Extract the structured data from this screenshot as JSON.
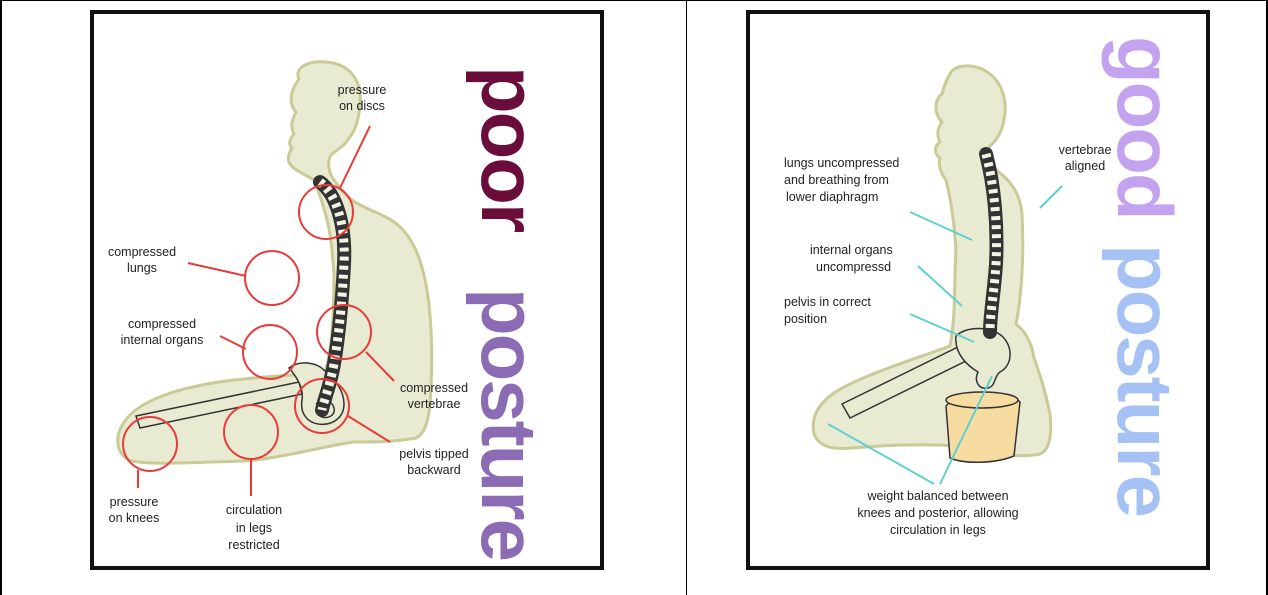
{
  "poor_panel": {
    "title_word1": "poor",
    "title_word2": "posture",
    "colors": {
      "circle": "#ea3a3a",
      "body_fill": "#e9ead2",
      "body_stroke": "#c9cb97",
      "title_dark": "#6a0d3a",
      "title_mid": "#8a6bb4",
      "title_light": "#98c0ec"
    },
    "labels": {
      "pressure_discs_l1": "pressure",
      "pressure_discs_l2": "on discs",
      "compressed_lungs_l1": "compressed",
      "compressed_lungs_l2": "lungs",
      "compressed_organs_l1": "compressed",
      "compressed_organs_l2": "internal organs",
      "compressed_vertebrae_l1": "compressed",
      "compressed_vertebrae_l2": "vertebrae",
      "pelvis_l1": "pelvis tipped",
      "pelvis_l2": "backward",
      "knees_l1": "pressure",
      "knees_l2": "on knees",
      "circulation_l1": "circulation",
      "circulation_l2": "in legs",
      "circulation_l3": "restricted"
    }
  },
  "good_panel": {
    "title_word1": "good",
    "title_word2": "posture",
    "colors": {
      "line": "#5fd0d0",
      "body_fill": "#e9ead2",
      "body_stroke": "#c9cb97",
      "stool": "#f6dca0",
      "title_dark": "#c3a3f0",
      "title_light": "#a6c2f5"
    },
    "labels": {
      "lungs_l1": "lungs uncompressed",
      "lungs_l2": "and breathing from",
      "lungs_l3": "lower diaphragm",
      "vertebrae_l1": "vertebrae",
      "vertebrae_l2": "aligned",
      "organs_l1": "internal organs",
      "organs_l2": "uncompressd",
      "pelvis_l1": "pelvis in correct",
      "pelvis_l2": "position",
      "weight_l1": "weight balanced between",
      "weight_l2": "knees and posterior, allowing",
      "weight_l3": "circulation in legs"
    }
  }
}
